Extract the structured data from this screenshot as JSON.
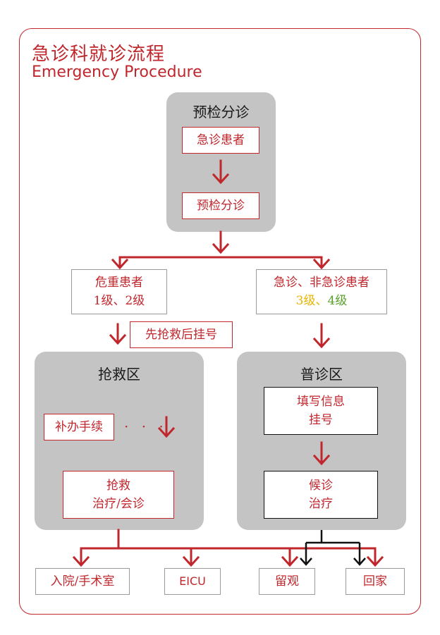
{
  "title_cn": "急诊科就诊流程",
  "title_en": "Emergency Procedure",
  "triage": {
    "title": "预检分诊",
    "patient": "急诊患者",
    "triage_box": "预检分诊"
  },
  "critical": {
    "line1": "危重患者",
    "line2": "1级、2级"
  },
  "nonurgent": {
    "line1": "急诊、非急诊患者",
    "level3": "3级",
    "sep": "、",
    "level4": "4级"
  },
  "rescue_first": "先抢救后挂号",
  "rescue_area": {
    "title": "抢救区",
    "supplement": "补办手续",
    "dots": "· · ·",
    "treat_line1": "抢救",
    "treat_line2": "治疗/会诊"
  },
  "general_area": {
    "title": "普诊区",
    "register_line1": "填写信息",
    "register_line2": "挂号",
    "wait_line1": "候诊",
    "wait_line2": "治疗"
  },
  "outcomes": [
    "入院/手术室",
    "EICU",
    "留观",
    "回家"
  ],
  "colors": {
    "accent": "#c0272d",
    "panel": "#c4c4c4",
    "level3": "#e8b400",
    "level4": "#5aa02c"
  }
}
